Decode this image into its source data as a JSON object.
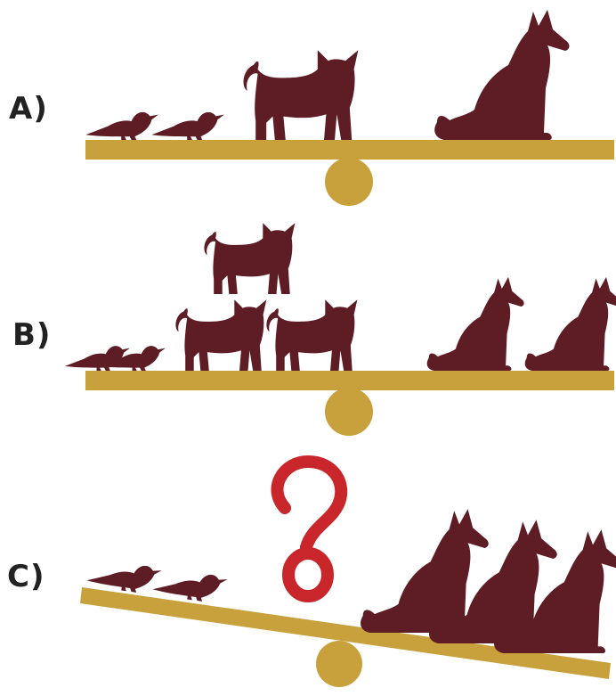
{
  "puzzle": {
    "rows": [
      {
        "label": "A)",
        "left": {
          "birds": 2,
          "cats": 1
        },
        "right": {
          "dogs": 1
        },
        "scale_state": "balanced"
      },
      {
        "label": "B)",
        "left": {
          "birds": 2,
          "cats": 3
        },
        "right": {
          "dogs": 2
        },
        "scale_state": "balanced"
      },
      {
        "label": "C)",
        "left": {
          "birds": 2,
          "unknown": "?"
        },
        "right": {
          "dogs": 3
        },
        "scale_state": "tilted-right-down"
      }
    ],
    "question_mark": "?"
  },
  "colors": {
    "animal": "#5e1c24",
    "beam": "#c9a13c",
    "fulcrum": "#c9a13c",
    "question": "#c8262a",
    "label_text": "#222222",
    "background": "#ffffff"
  },
  "icons": [
    "bird-icon",
    "cat-icon",
    "dog-icon",
    "question-mark-icon",
    "fulcrum-icon"
  ]
}
